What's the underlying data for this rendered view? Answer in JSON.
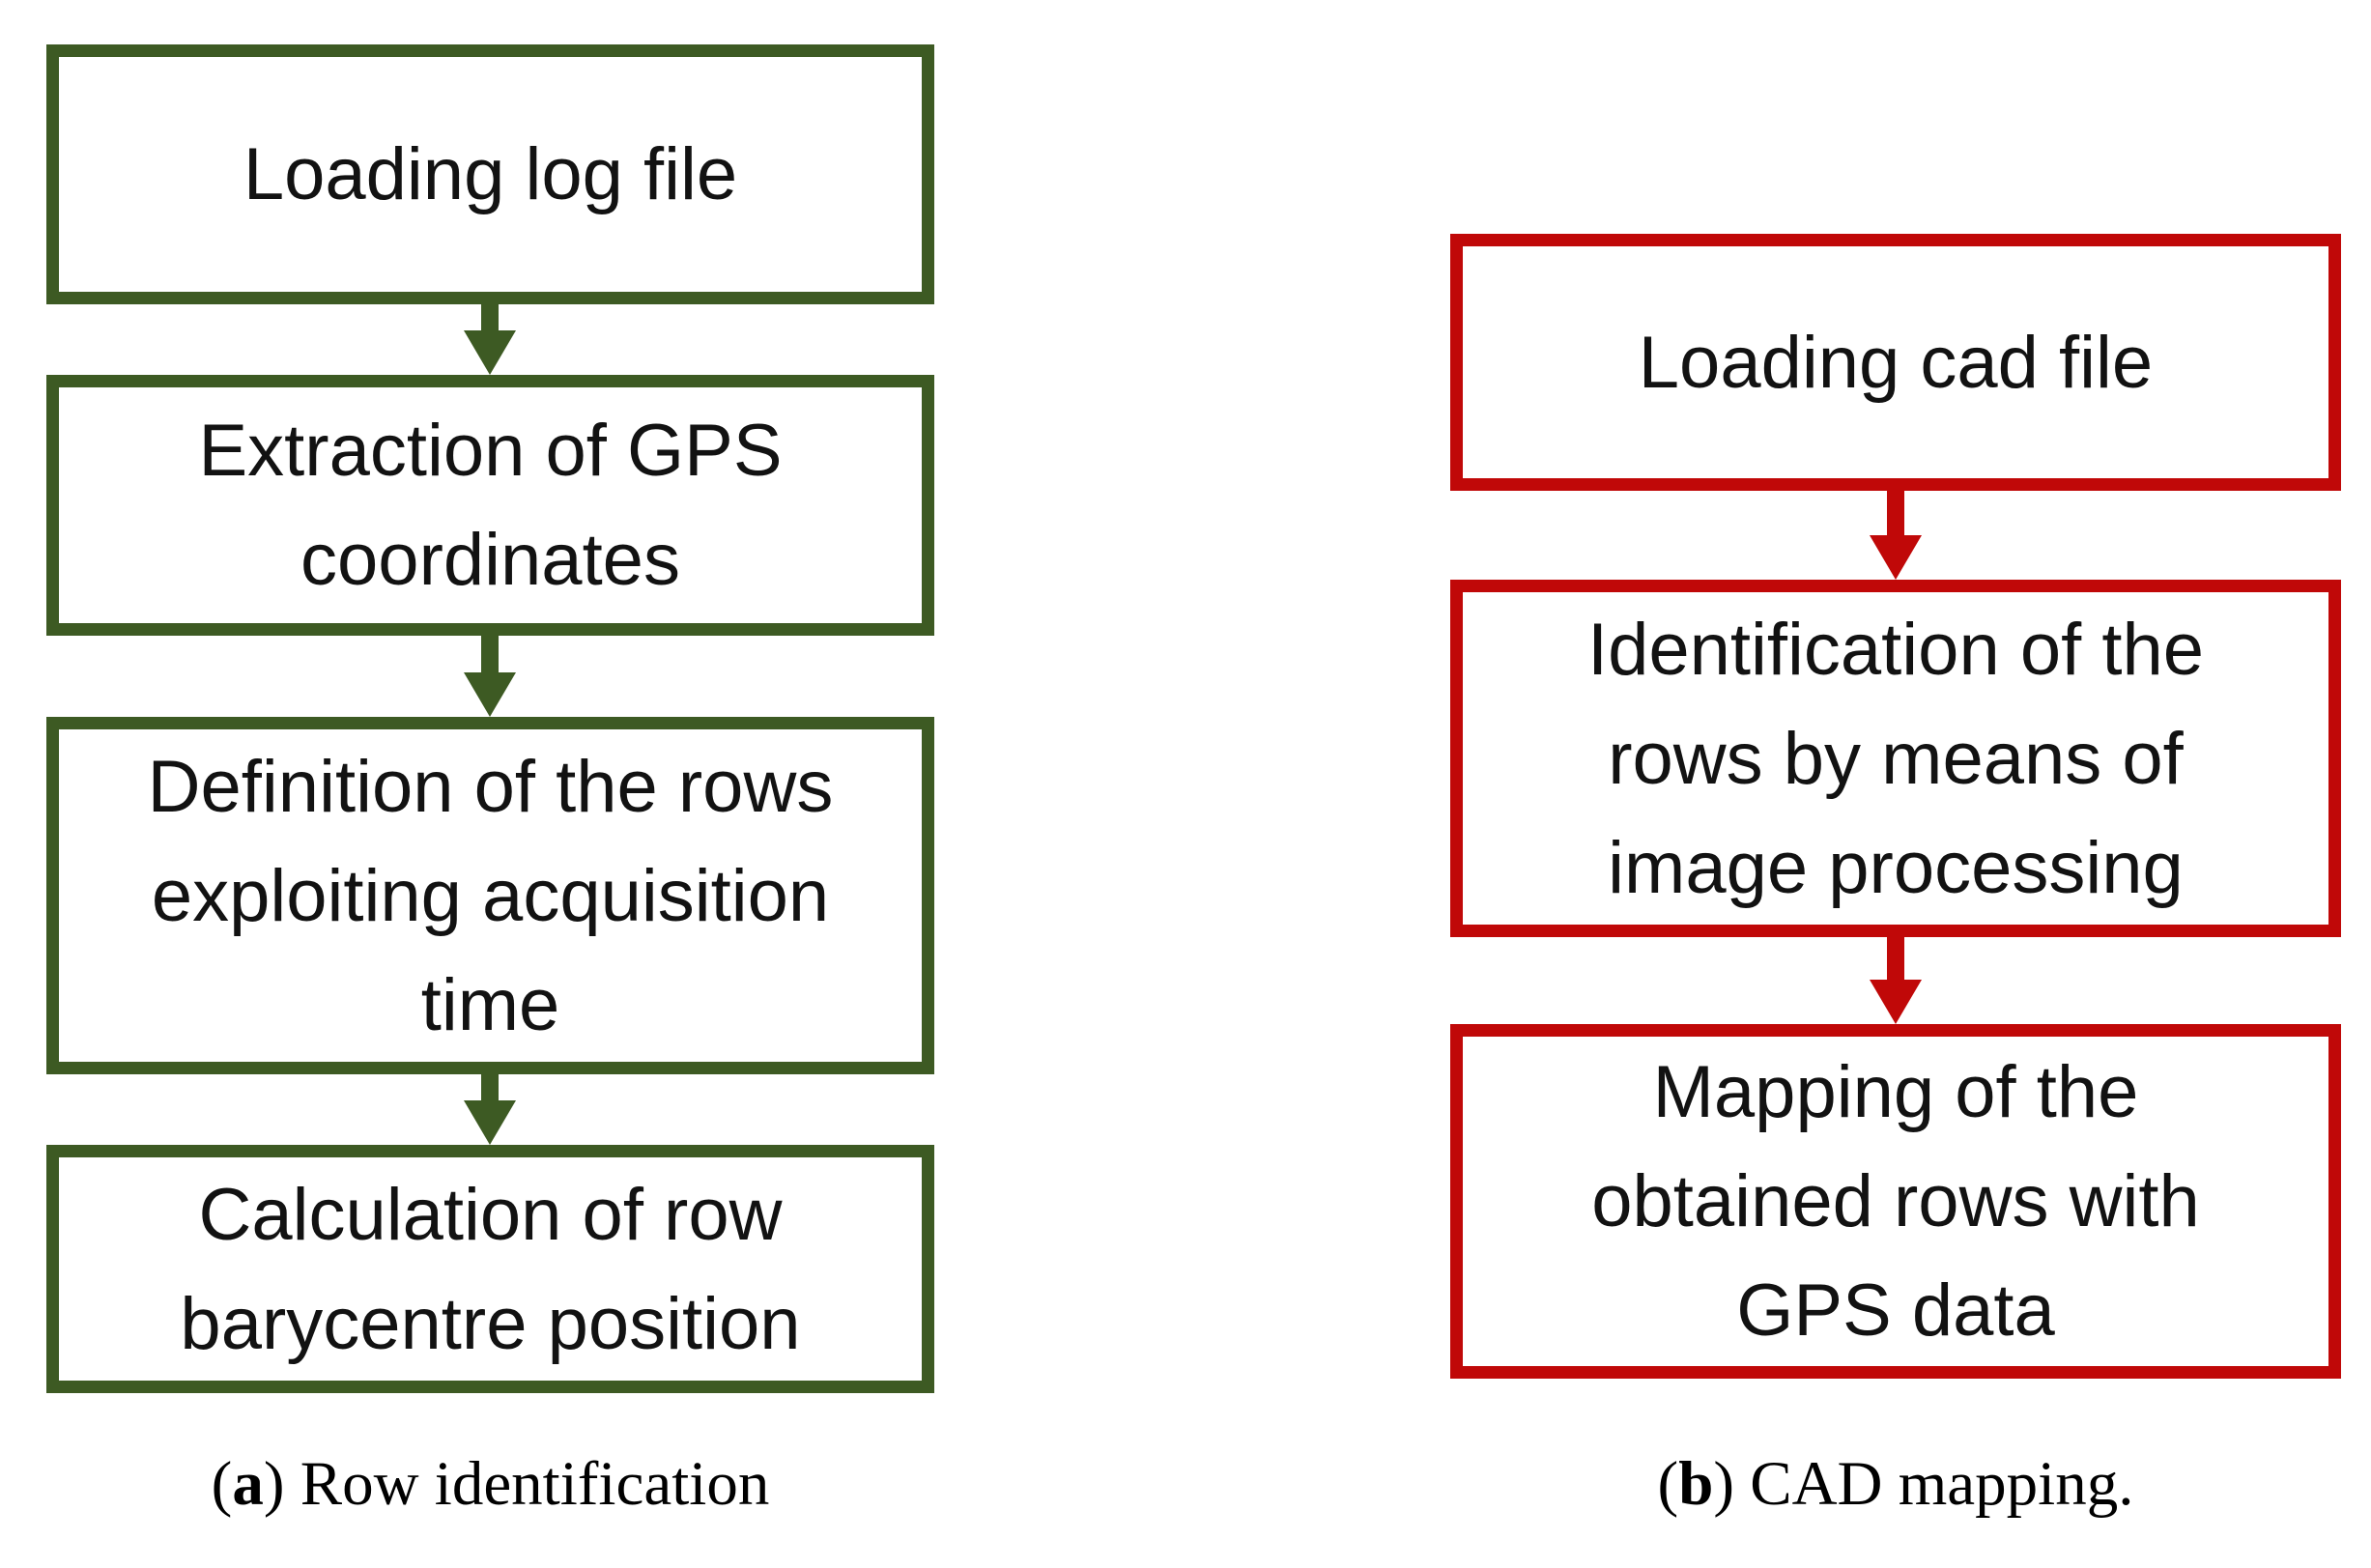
{
  "figure": {
    "background": "#ffffff",
    "paren_open": "(",
    "paren_close": ")",
    "panels": [
      {
        "name": "row-identification",
        "accent": "#3D5A23",
        "label": "a",
        "caption": "Row identification",
        "steps": [
          "Loading log file",
          "Extraction of GPS\ncoordinates",
          "Definition of the rows\nexploiting acquisition\ntime",
          "Calculation of row\nbarycentre position"
        ]
      },
      {
        "name": "cad-mapping",
        "accent": "#C00808",
        "label": "b",
        "caption": "CAD mapping.",
        "steps": [
          "Loading cad file",
          "Identification of the\nrows by means of\nimage processing",
          "Mapping of the\nobtained rows with\nGPS data"
        ]
      }
    ]
  }
}
